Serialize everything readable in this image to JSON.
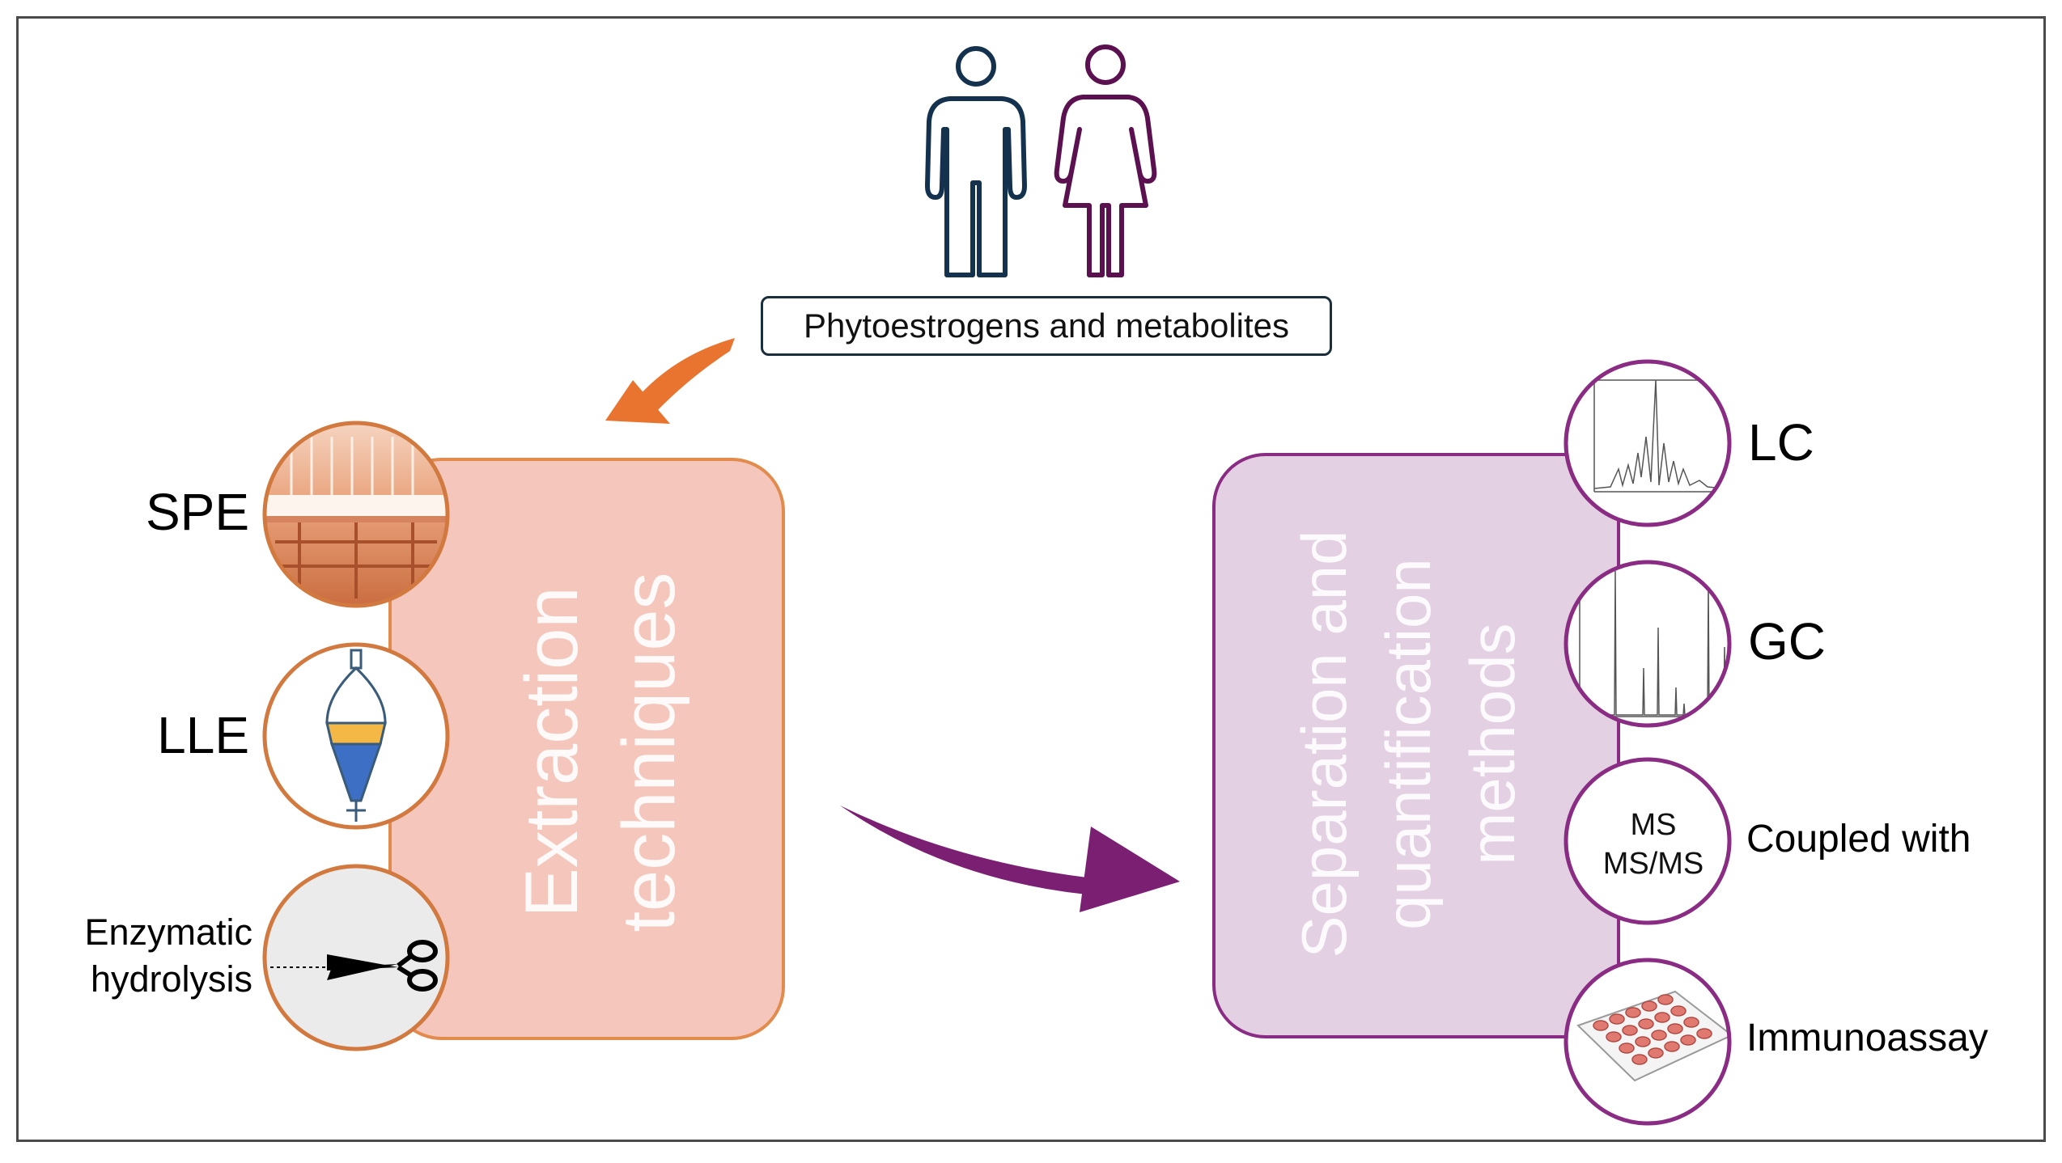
{
  "source": {
    "label": "Phytoestrogens and metabolites"
  },
  "extraction": {
    "title_line1": "Extraction",
    "title_line2": "techniques",
    "methods": [
      {
        "label": "SPE"
      },
      {
        "label": "LLE"
      },
      {
        "label_line1": "Enzymatic",
        "label_line2": "hydrolysis"
      }
    ]
  },
  "separation": {
    "title_line1": "Separation and",
    "title_line2": "quantification",
    "title_line3": "methods",
    "methods": [
      {
        "label": "LC"
      },
      {
        "label": "GC"
      },
      {
        "label": "Coupled with",
        "badge_line1": "MS",
        "badge_line2": "MS/MS"
      },
      {
        "label": "Immunoassay"
      }
    ]
  },
  "colors": {
    "extraction_fill": "#f5c7bc",
    "extraction_border": "#e38a4d",
    "separation_fill": "#e4d0e3",
    "separation_border": "#8a2c84",
    "orange_arrow": "#e8742f",
    "purple_arrow": "#7b1f73",
    "man_icon": "#14324d",
    "woman_icon": "#5b1150"
  },
  "icons": [
    "man-icon",
    "woman-icon",
    "spe-manifold-image",
    "separatory-funnel-icon",
    "scissors-icon",
    "lc-chromatogram-image",
    "gc-chromatogram-image",
    "well-plate-image"
  ]
}
